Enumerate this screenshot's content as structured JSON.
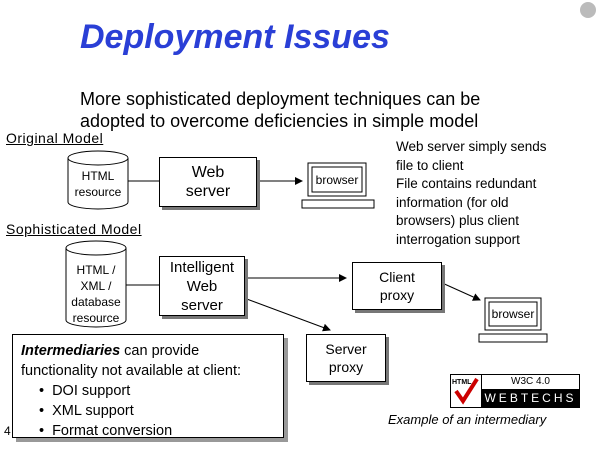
{
  "title": "Deployment Issues",
  "subtitle": "More sophisticated deployment techniques can be adopted to overcome deficiencies in simple model",
  "original_model": {
    "heading": "Original Model",
    "resource": [
      "HTML",
      "resource"
    ],
    "server": [
      "Web",
      "server"
    ],
    "browser": "browser"
  },
  "note": [
    "Web server simply sends",
    "file to client",
    "File contains redundant",
    "information (for old",
    "browsers) plus client",
    "interrogation support"
  ],
  "sophisticated_model": {
    "heading": "Sophisticated Model",
    "resource": [
      "HTML /",
      "XML  /",
      "database",
      "resource"
    ],
    "server": [
      "Intelligent",
      "Web",
      "server"
    ],
    "client_proxy": [
      "Client",
      "proxy"
    ],
    "server_proxy": [
      "Server",
      "proxy"
    ],
    "browser": "browser"
  },
  "intermediary": {
    "emph": "Intermediaries",
    "text1": " can provide",
    "text2": "functionality not available at client:",
    "items": [
      "DOI support",
      "XML support",
      "Format conversion"
    ]
  },
  "badge": {
    "top": "W3C 4.0",
    "bottom": "WEBTECHS",
    "logo": "HTML"
  },
  "caption": "Example of an intermediary",
  "page_number": "4"
}
